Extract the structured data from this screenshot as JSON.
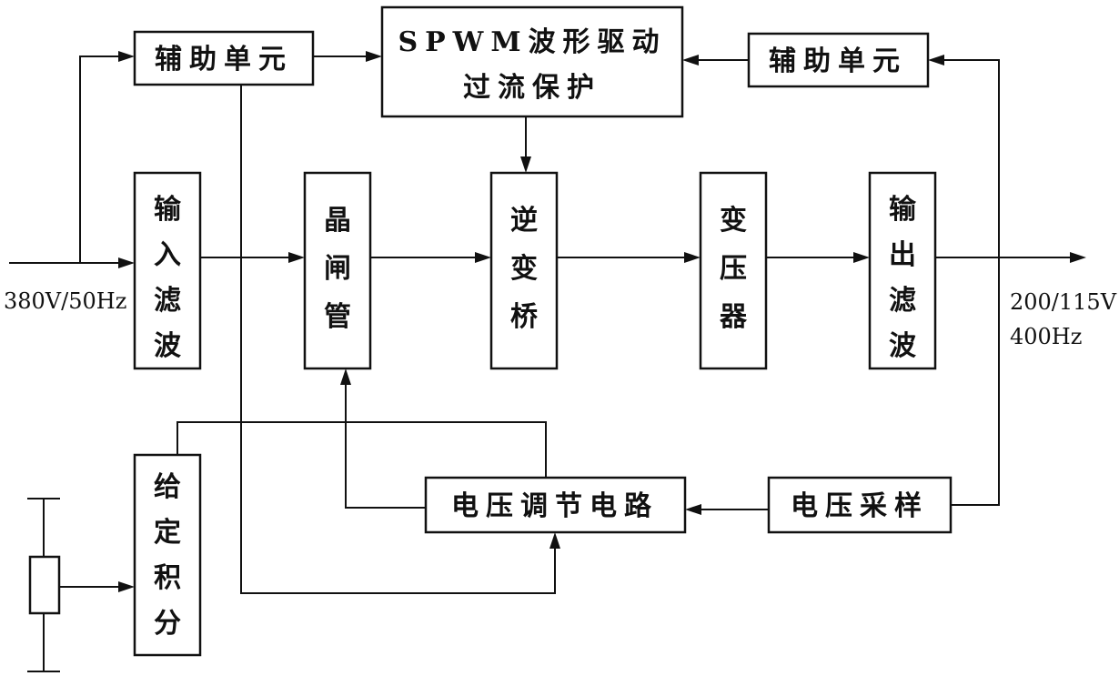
{
  "blocks": {
    "aux_left": "辅助单元",
    "aux_right": "辅助单元",
    "spwm_line1": "SPWM波形驱动",
    "spwm_line2": "过流保护",
    "input_filter": [
      "输",
      "入",
      "滤",
      "波"
    ],
    "thyristor": [
      "晶",
      "闸",
      "管"
    ],
    "inverter": [
      "逆",
      "变",
      "桥"
    ],
    "transformer": [
      "变",
      "压",
      "器"
    ],
    "output_filter": [
      "输",
      "出",
      "滤",
      "波"
    ],
    "voltage_regulator": "电压调节电路",
    "voltage_sampling": "电压采样",
    "given_integral": [
      "给",
      "定",
      "积",
      "分"
    ]
  },
  "io": {
    "input": "380V/50Hz",
    "output_line1": "200/115V",
    "output_line2": "400Hz"
  }
}
